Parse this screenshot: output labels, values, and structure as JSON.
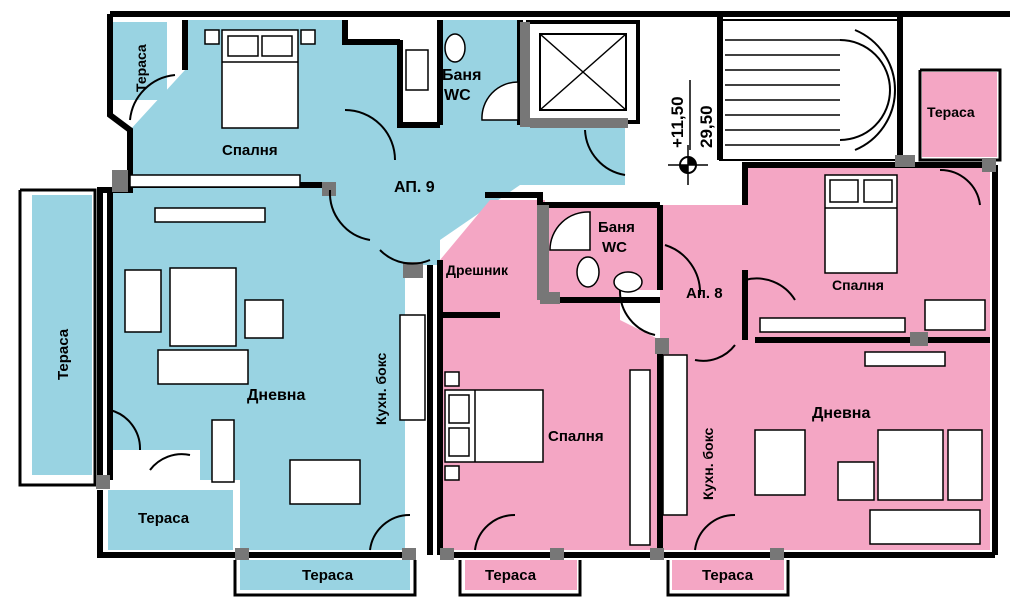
{
  "plan": {
    "elevation_top": "+11,50",
    "elevation_bottom": "29,50",
    "colors": {
      "apartment_9": "#99d3e2",
      "apartment_8": "#f4a6c4",
      "wall": "#000000",
      "background": "#ffffff"
    },
    "apartment_9": {
      "label": "АП. 9",
      "rooms": {
        "terrace_top_left": "Тераса",
        "bedroom": "Спалня",
        "bathroom_line1": "Баня",
        "bathroom_line2": "WC",
        "terrace_left": "Тераса",
        "living": "Дневна",
        "kitchen_box": "Кухн. бокс",
        "terrace_bottom_left": "Тераса",
        "terrace_bottom_mid": "Тераса"
      }
    },
    "apartment_8": {
      "label": "Ап. 8",
      "rooms": {
        "wardrobe": "Дрешник",
        "bathroom_line1": "Баня",
        "bathroom_line2": "WC",
        "bedroom_middle": "Спалня",
        "terrace_bottom_mid": "Тераса",
        "terrace_top_right": "Тераса",
        "bedroom_right": "Спалня",
        "kitchen_box": "Кухн. бокс",
        "living": "Дневна",
        "terrace_bottom_right": "Тераса"
      }
    }
  }
}
